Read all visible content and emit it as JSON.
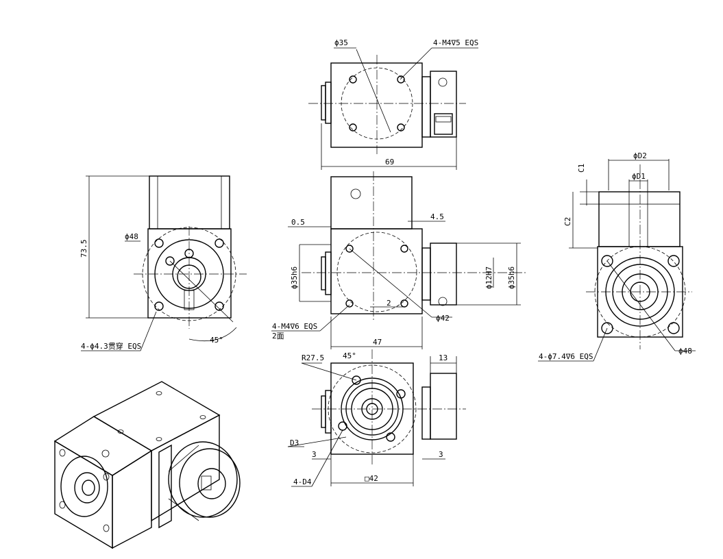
{
  "drawing": {
    "top_view": {
      "dia_35": "ϕ35",
      "tapped_holes": "4-M4∇5 EQS",
      "length_69": "69"
    },
    "front_view": {
      "dim_0_5": "0.5",
      "dim_4_5": "4.5",
      "shaft_left": "ϕ35h6",
      "bore_12": "ϕ12H7",
      "shaft_right": "ϕ35h6",
      "dim_2": "2",
      "pcd_42": "ϕ42",
      "tapped_holes": "4-M4∇6 EQS",
      "two_faces": "2面",
      "width_47": "47"
    },
    "left_view": {
      "height_73_5": "73.5",
      "pcd_48": "ϕ48",
      "through_holes": "4-ϕ4.3贯穿 EQS",
      "angle_45": "45°"
    },
    "bottom_view": {
      "radius": "R27.5",
      "angle_45": "45°",
      "dim_13": "13",
      "d3": "D3",
      "dim_3_left": "3",
      "dim_3_right": "3",
      "holes_d4": "4-D4",
      "square_42": "□42"
    },
    "right_view": {
      "dia_d2": "ϕD2",
      "dia_d1": "ϕD1",
      "c1": "C1",
      "c2": "C2",
      "holes": "4-ϕ7.4∇6 EQS",
      "pcd_48": "ϕ48"
    }
  }
}
